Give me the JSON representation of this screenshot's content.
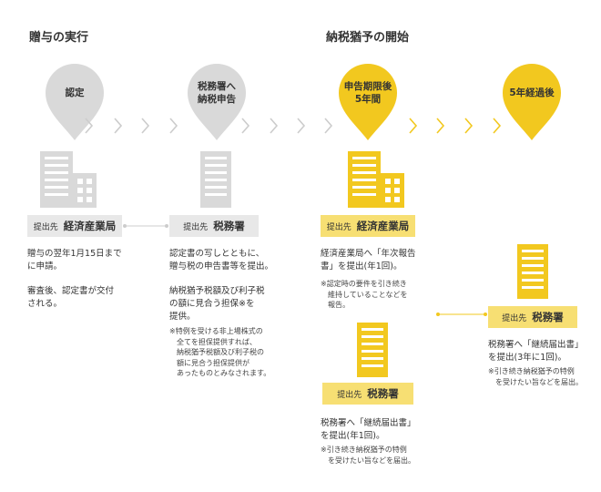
{
  "sections": {
    "gift_execution": "贈与の実行",
    "deferral_start": "納税猶予の開始"
  },
  "colors": {
    "gray": "#d9d9d9",
    "yellow": "#f2c81f",
    "light_gray_box": "#e8e8e8",
    "light_yellow_box": "#f7df73"
  },
  "steps": [
    {
      "label": "認定",
      "color": "gray"
    },
    {
      "label": "税務署へ\n納税申告",
      "color": "gray"
    },
    {
      "label": "申告期限後\n5年間",
      "color": "yellow"
    },
    {
      "label": "5年経過後",
      "color": "yellow"
    }
  ],
  "submit_prefix": "提出先",
  "boxes": {
    "meti_1": "経済産業局",
    "tax_1": "税務署",
    "meti_2": "経済産業局",
    "tax_2": "税務署",
    "tax_3": "税務署"
  },
  "texts": {
    "col1_a": "贈与の翌年1月15日まで\nに申請。",
    "col1_b": "審査後、認定書が交付\nされる。",
    "col2_a": "認定書の写しとともに、\n贈与税の申告書等を提出。",
    "col2_b": "納税猶予税額及び利子税\nの額に見合う担保※を\n提供。",
    "col2_note": "※特例を受ける非上場株式の\n　全てを担保提供すれば、\n　納税猶予税額及び利子税の\n　額に見合う担保提供が\n　あったものとみなされます。",
    "col3_a": "経済産業局へ「年次報告\n書」を提出(年1回)。",
    "col3_note": "※認定時の要件を引き続き\n　維持していることなどを\n　報告。",
    "col3_b": "税務署へ「継続届出書」\nを提出(年1回)。",
    "col3_note2": "※引き続き納税猶予の特例\n　を受けたい旨などを届出。",
    "col4_a": "税務署へ「継続届出書」\nを提出(3年に1回)。",
    "col4_note": "※引き続き納税猶予の特例\n　を受けたい旨などを届出。"
  },
  "icons": [
    "building-icon",
    "chevron-right-icon",
    "map-pin-icon"
  ]
}
